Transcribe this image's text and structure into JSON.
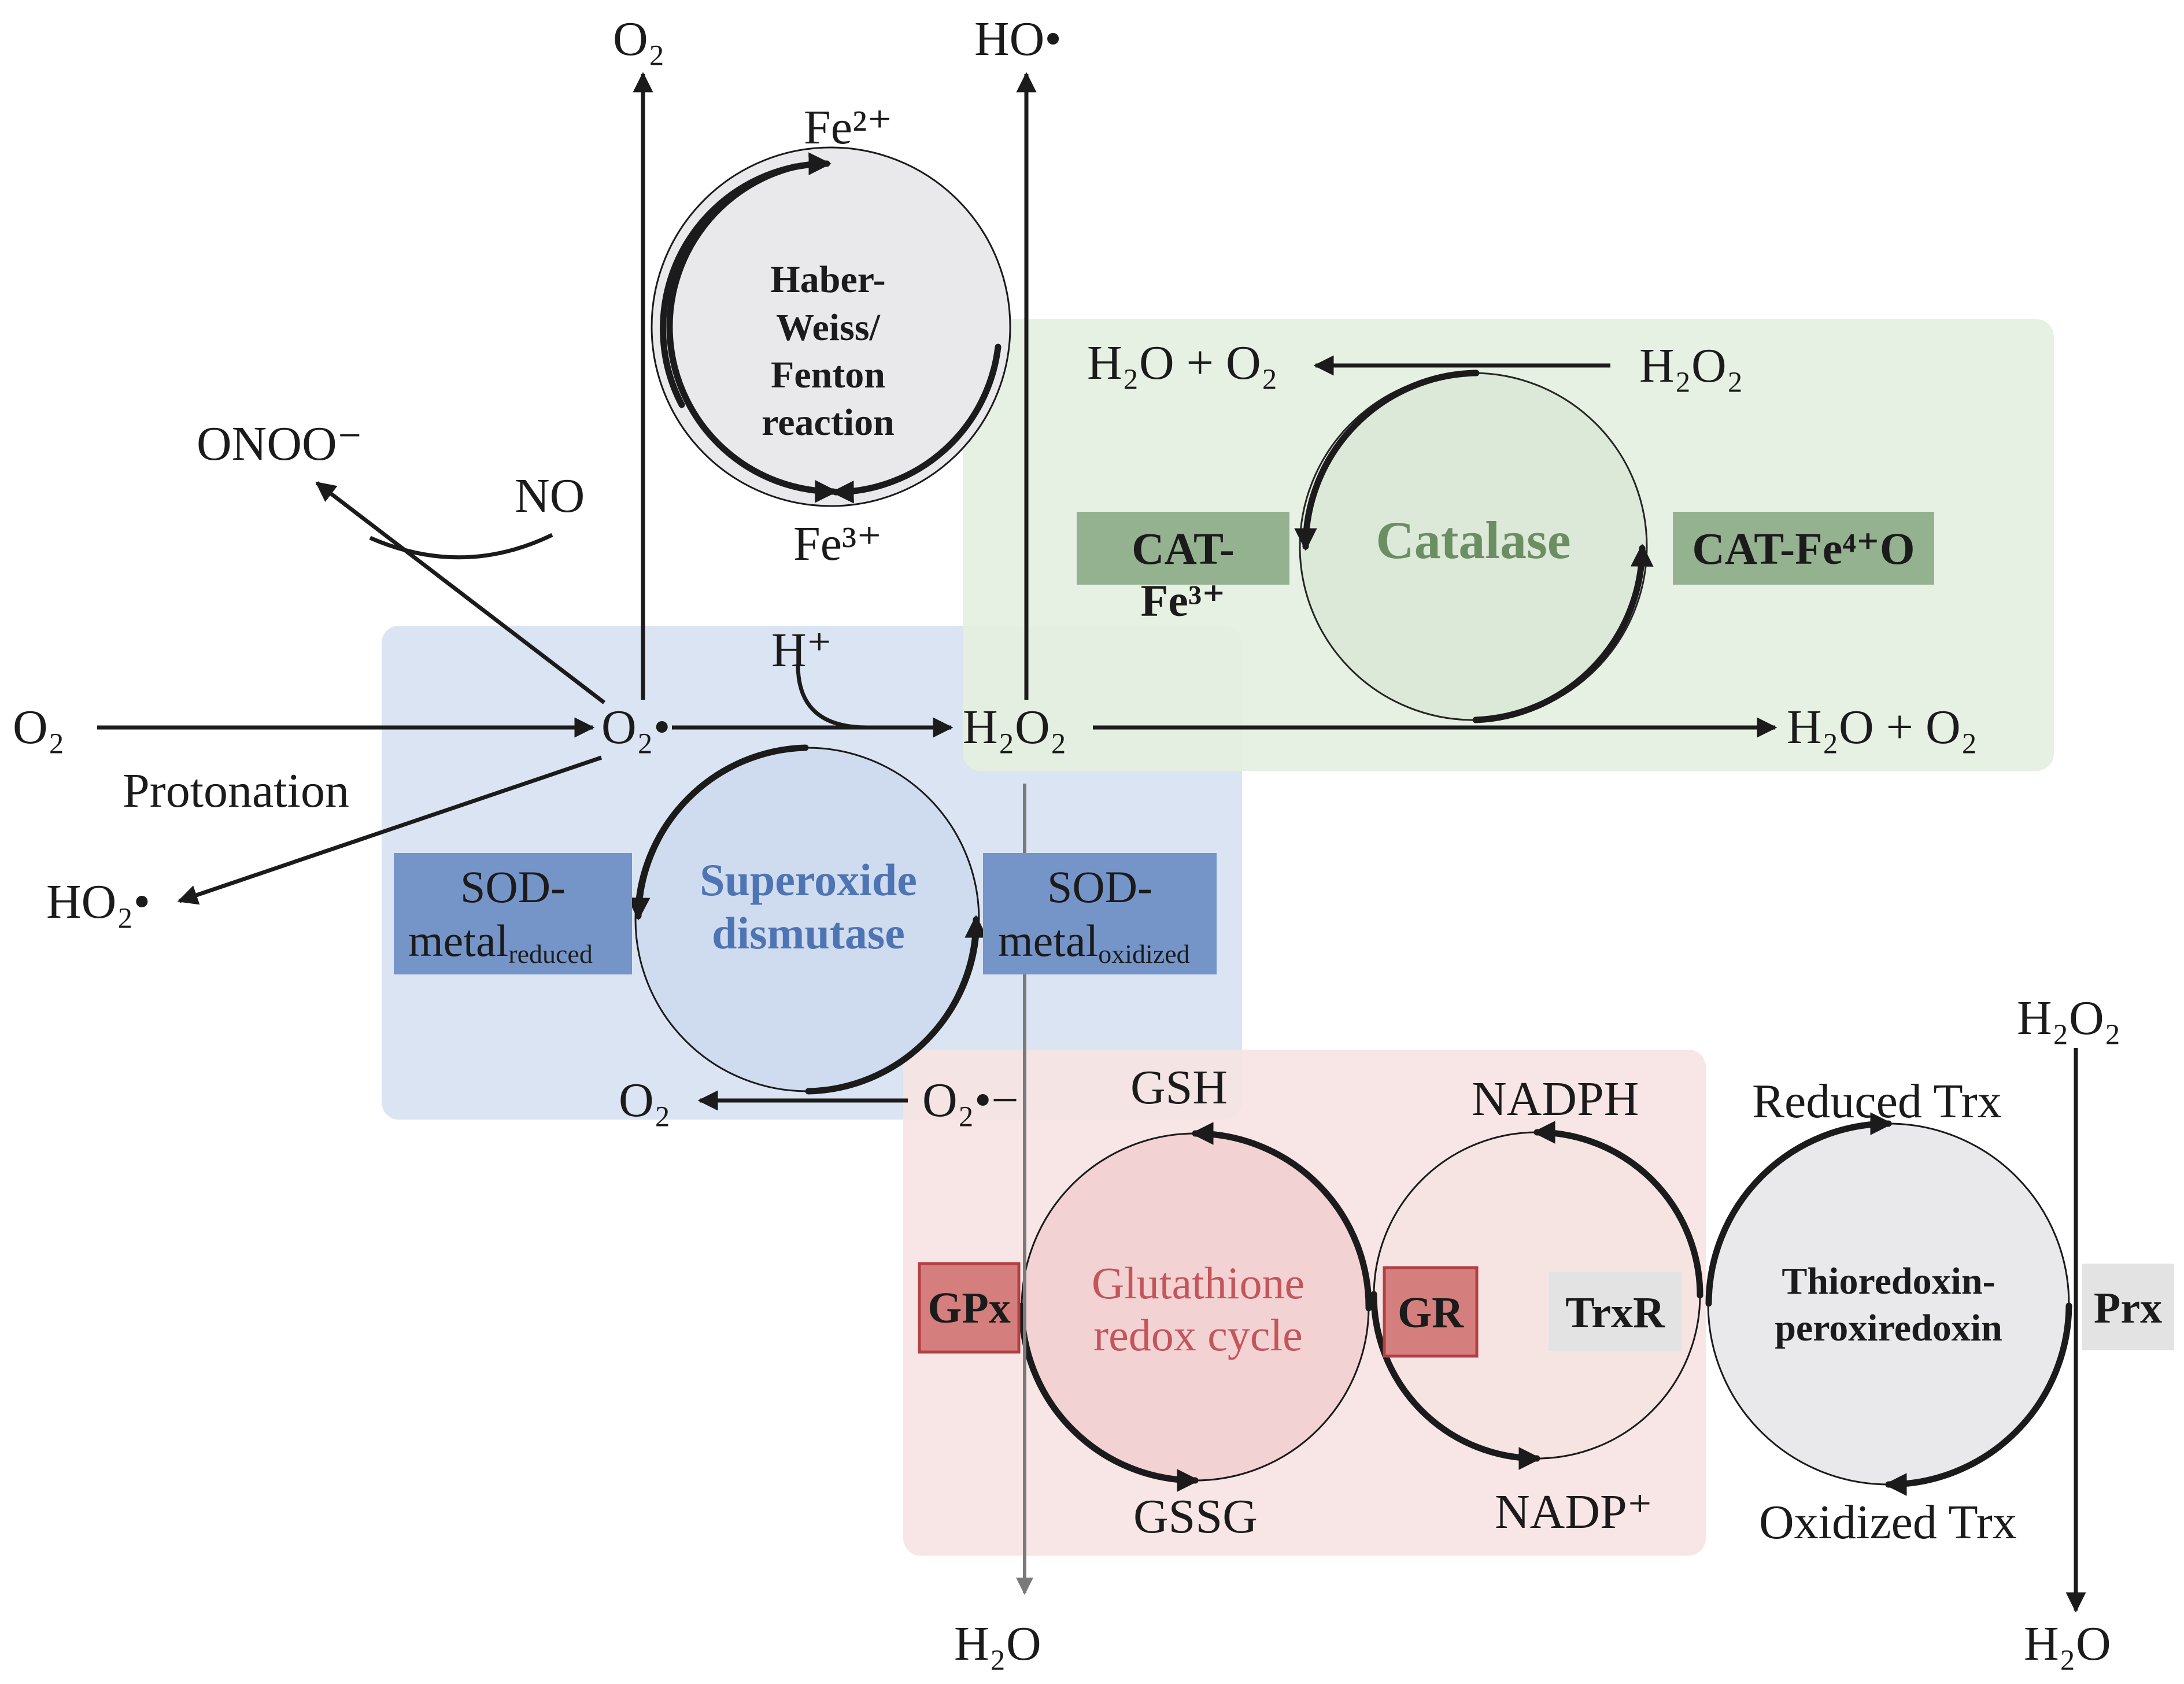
{
  "colors": {
    "blue_region": "#dae4f2",
    "green_region": "#e4efe0",
    "red_region": "#f6e4e3",
    "sod_box": "#7595c9",
    "cat_box": "#94b28f",
    "red_box": "#d47f7d",
    "grey_box": "#e3e3e3",
    "sod_text": "#4f74b3",
    "cat_text": "#6b8e63",
    "gsh_text": "#c4555a"
  },
  "icons": [
    "arrow-head",
    "cycle-arrow"
  ],
  "species": {
    "o2_left": "O₂",
    "protonation": "Protonation",
    "ho2": "HO₂•",
    "o2_top": "O₂",
    "onoo": "ONOO⁻",
    "no": "NO",
    "superoxide": "O₂•−",
    "h_plus": "H⁺",
    "h2o2_center": "H₂O₂",
    "ho_radical": "HO•",
    "fe2": "Fe²⁺",
    "fe3": "Fe³⁺",
    "h2o_o2_top": "H₂O + O₂",
    "h2o2_cat": "H₂O₂",
    "h2o_o2_right": "H₂O + O₂",
    "o2_bottom": "O₂",
    "superoxide_bottom": "O₂•−",
    "h2o_bottom": "H₂O",
    "gsh": "GSH",
    "gssg": "GSSG",
    "nadph": "NADPH",
    "nadp": "NADP⁺",
    "reduced_trx": "Reduced Trx",
    "oxidized_trx": "Oxidized Trx",
    "h2o2_prx": "H₂O₂",
    "h2o_prx": "H₂O"
  },
  "cycles": {
    "haber": [
      "Haber-",
      "Weiss/",
      "Fenton",
      "reaction"
    ],
    "catalase": "Catalase",
    "sod": [
      "Superoxide",
      "dismutase"
    ],
    "glutathione": [
      "Glutathione",
      "redox cycle"
    ],
    "thioredoxin": [
      "Thioredoxin-",
      "peroxiredoxin"
    ]
  },
  "enzymes": {
    "cat_fe3": [
      "CAT-",
      "Fe³⁺"
    ],
    "cat_fe4": "CAT-Fe⁴⁺O",
    "sod_reduced": [
      "SOD-",
      "metal",
      "reduced"
    ],
    "sod_oxidized": [
      "SOD-",
      "metal",
      "oxidized"
    ],
    "gpx": "GPx",
    "gr": "GR",
    "trxr": "TrxR",
    "prx": "Prx"
  }
}
